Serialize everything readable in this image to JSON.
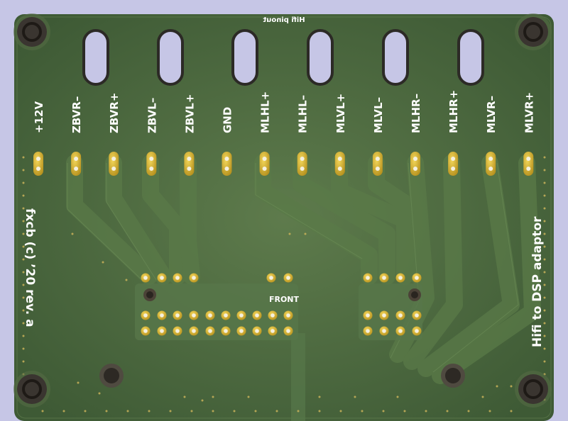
{
  "board": {
    "top_mirrored_label": "Hifi pinout",
    "pin_labels": [
      "+12V",
      "ZBVR–",
      "ZBVR+",
      "ZBVL–",
      "ZBVL+",
      "GND",
      "MLHL+",
      "MLHL–",
      "MLVL+",
      "MLVL–",
      "MLHR–",
      "MLHR+",
      "MLVR–",
      "MLVR+"
    ],
    "left_text": "fxcb (c) ’20 rev. a",
    "right_text": "Hifi to DSP adaptor",
    "front_label": "FRONT",
    "colors": {
      "background": "#c6c6e6",
      "pcb": "#4e6a40",
      "trace": "#5b7a49",
      "gold": "#d7b634",
      "silkscreen": "#ffffff"
    }
  }
}
